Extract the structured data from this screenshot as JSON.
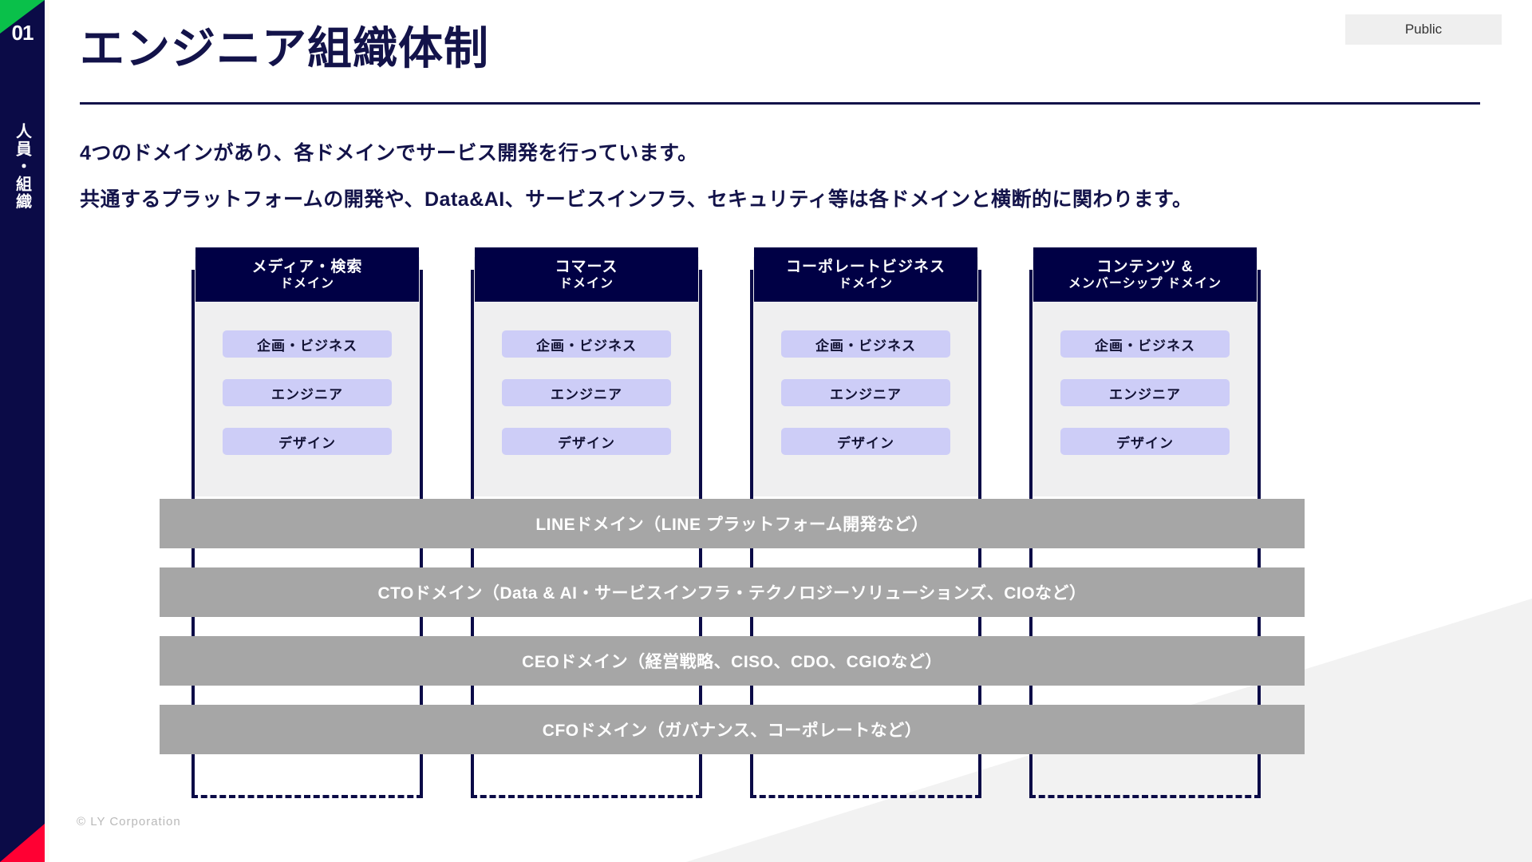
{
  "slide": {
    "classification_badge": "Public",
    "section_number": "01",
    "section_label": "人員・組織",
    "title": "エンジニア組織体制",
    "lead_line_1": "4つのドメインがあり、各ドメインでサービス開発を行っています。",
    "lead_line_2": "共通するプラットフォームの開発や、Data&AI、サービスインフラ、セキュリティ等は各ドメインと横断的に関わります。",
    "footer": "© LY Corporation"
  },
  "colors": {
    "navy": "#000045",
    "rail_navy": "#0b0b47",
    "accent_green": "#0ac04a",
    "accent_red": "#ff0033",
    "chip_lavender": "#cdcdf7",
    "bar_gray": "#a6a6a6",
    "panel_gray": "#efeff0",
    "badge_gray": "#efefef"
  },
  "diagram": {
    "columns": [
      {
        "head_line1": "メディア・検索",
        "head_line2": "ドメイン",
        "roles": [
          "企画・ビジネス",
          "エンジニア",
          "デザイン"
        ]
      },
      {
        "head_line1": "コマース",
        "head_line2": "ドメイン",
        "roles": [
          "企画・ビジネス",
          "エンジニア",
          "デザイン"
        ]
      },
      {
        "head_line1": "コーポレートビジネス",
        "head_line2": "ドメイン",
        "roles": [
          "企画・ビジネス",
          "エンジニア",
          "デザイン"
        ]
      },
      {
        "head_line1": "コンテンツ &",
        "head_line2": "メンバーシップ ドメイン",
        "roles": [
          "企画・ビジネス",
          "エンジニア",
          "デザイン"
        ]
      }
    ],
    "cross_bars": [
      "LINEドメイン（LINE プラットフォーム開発など）",
      "CTOドメイン（Data & AI・サービスインフラ・テクノロジーソリューションズ、CIOなど）",
      "CEOドメイン（経営戦略、CISO、CDO、CGIOなど）",
      "CFOドメイン（ガバナンス、コーポレートなど）"
    ]
  }
}
